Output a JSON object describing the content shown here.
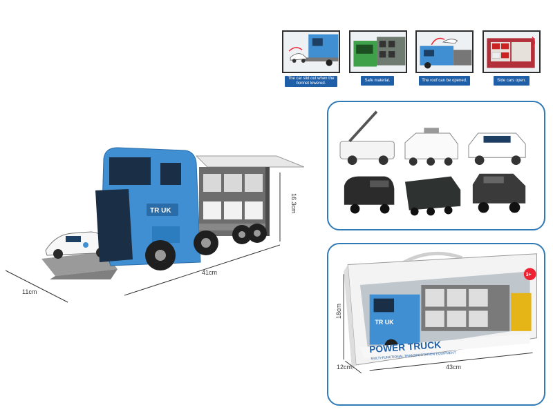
{
  "features": [
    {
      "icon": "car-slide-out-icon",
      "caption": "The car slid out when the bonnet lowered."
    },
    {
      "icon": "safe-material-icon",
      "caption": "Safe material."
    },
    {
      "icon": "roof-open-icon",
      "caption": "The roof can be opened."
    },
    {
      "icon": "side-cars-open-icon",
      "caption": "Side cars open."
    }
  ],
  "truck": {
    "logo": "TR UK",
    "dimensions": {
      "height": "16.3cm",
      "length": "41cm",
      "width": "11cm"
    }
  },
  "vehicles": [
    {
      "icon": "ladder-truck-icon"
    },
    {
      "icon": "police-armored-truck-icon"
    },
    {
      "icon": "police-suv-icon"
    },
    {
      "icon": "black-van-icon"
    },
    {
      "icon": "black-police-truck-icon"
    },
    {
      "icon": "black-jeep-icon"
    }
  ],
  "package": {
    "title": "POWER TRUCK",
    "subtitle": "MULTI-FUNCTIONAL TRANSPORTATION EQUIPMENT",
    "logo": "TR UK",
    "badge": "3+",
    "dimensions": {
      "height": "18cm",
      "length": "43cm",
      "depth": "12cm"
    }
  },
  "colors": {
    "truck_blue": "#3f8fd2",
    "caption_blue": "#1f5fa8",
    "panel_border": "#2f79b6"
  }
}
